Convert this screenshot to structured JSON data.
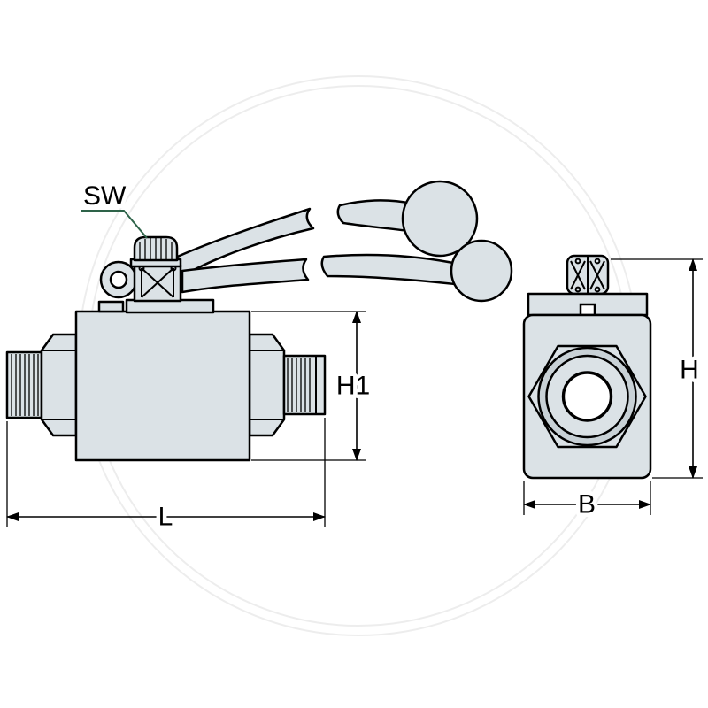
{
  "diagram": {
    "labels": {
      "sw": "SW",
      "h1": "H1",
      "length": "L",
      "height": "H",
      "width": "B"
    }
  },
  "colors": {
    "background": "#ffffff",
    "line": "#000000",
    "body_fill": "#dbe2e6",
    "body_fill_dark": "#c8d1d6",
    "bore_fill": "#ffffff",
    "leader_color": "#2e6349",
    "watermark": "#ededed"
  }
}
